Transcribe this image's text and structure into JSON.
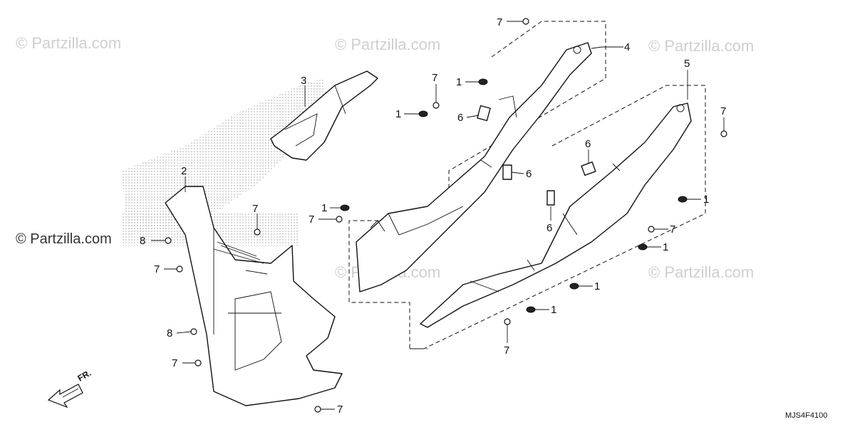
{
  "watermark": {
    "text": "© Partzilla.com",
    "dark_text": "© Partzilla.com"
  },
  "diagram_code": "MJS4F4100",
  "direction_label": "FR.",
  "callouts": {
    "c1a": "1",
    "c1b": "1",
    "c1c": "1",
    "c1d": "1",
    "c1e": "1",
    "c1f": "1",
    "c1g": "1",
    "c2": "2",
    "c3": "3",
    "c4": "4",
    "c5": "5",
    "c6a": "6",
    "c6b": "6",
    "c6c": "6",
    "c6d": "6",
    "c7a": "7",
    "c7b": "7",
    "c7c": "7",
    "c7d": "7",
    "c7e": "7",
    "c7f": "7",
    "c7g": "7",
    "c7h": "7",
    "c7i": "7",
    "c7j": "7",
    "c8a": "8",
    "c8b": "8"
  }
}
